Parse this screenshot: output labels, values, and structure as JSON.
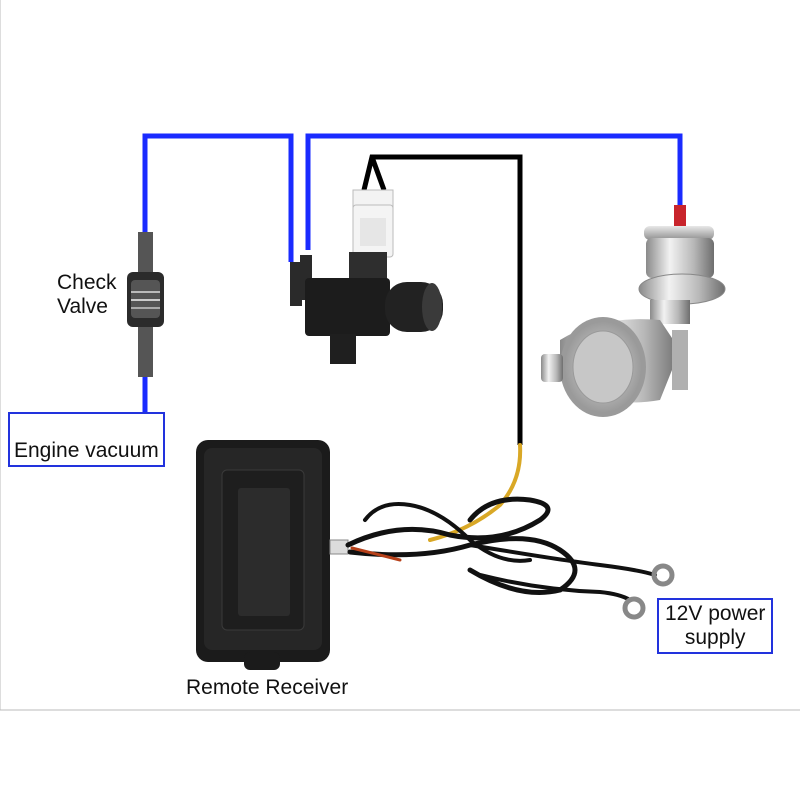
{
  "diagram": {
    "labels": {
      "check_valve_line1": "Check",
      "check_valve_line2": "Valve",
      "engine_vacuum": "Engine vacuum",
      "power_line1": "12V power",
      "power_line2": "supply",
      "remote_receiver": "Remote Receiver"
    },
    "colors": {
      "vacuum_hose": "#1a2bff",
      "signal_wire": "#000000",
      "label_border": "#2233dd",
      "background": "#ffffff"
    },
    "icons": [
      "check-valve-icon",
      "solenoid-valve-icon",
      "exhaust-valve-icon",
      "receiver-box-icon",
      "wire-harness-icon",
      "ring-terminal-icon"
    ]
  }
}
